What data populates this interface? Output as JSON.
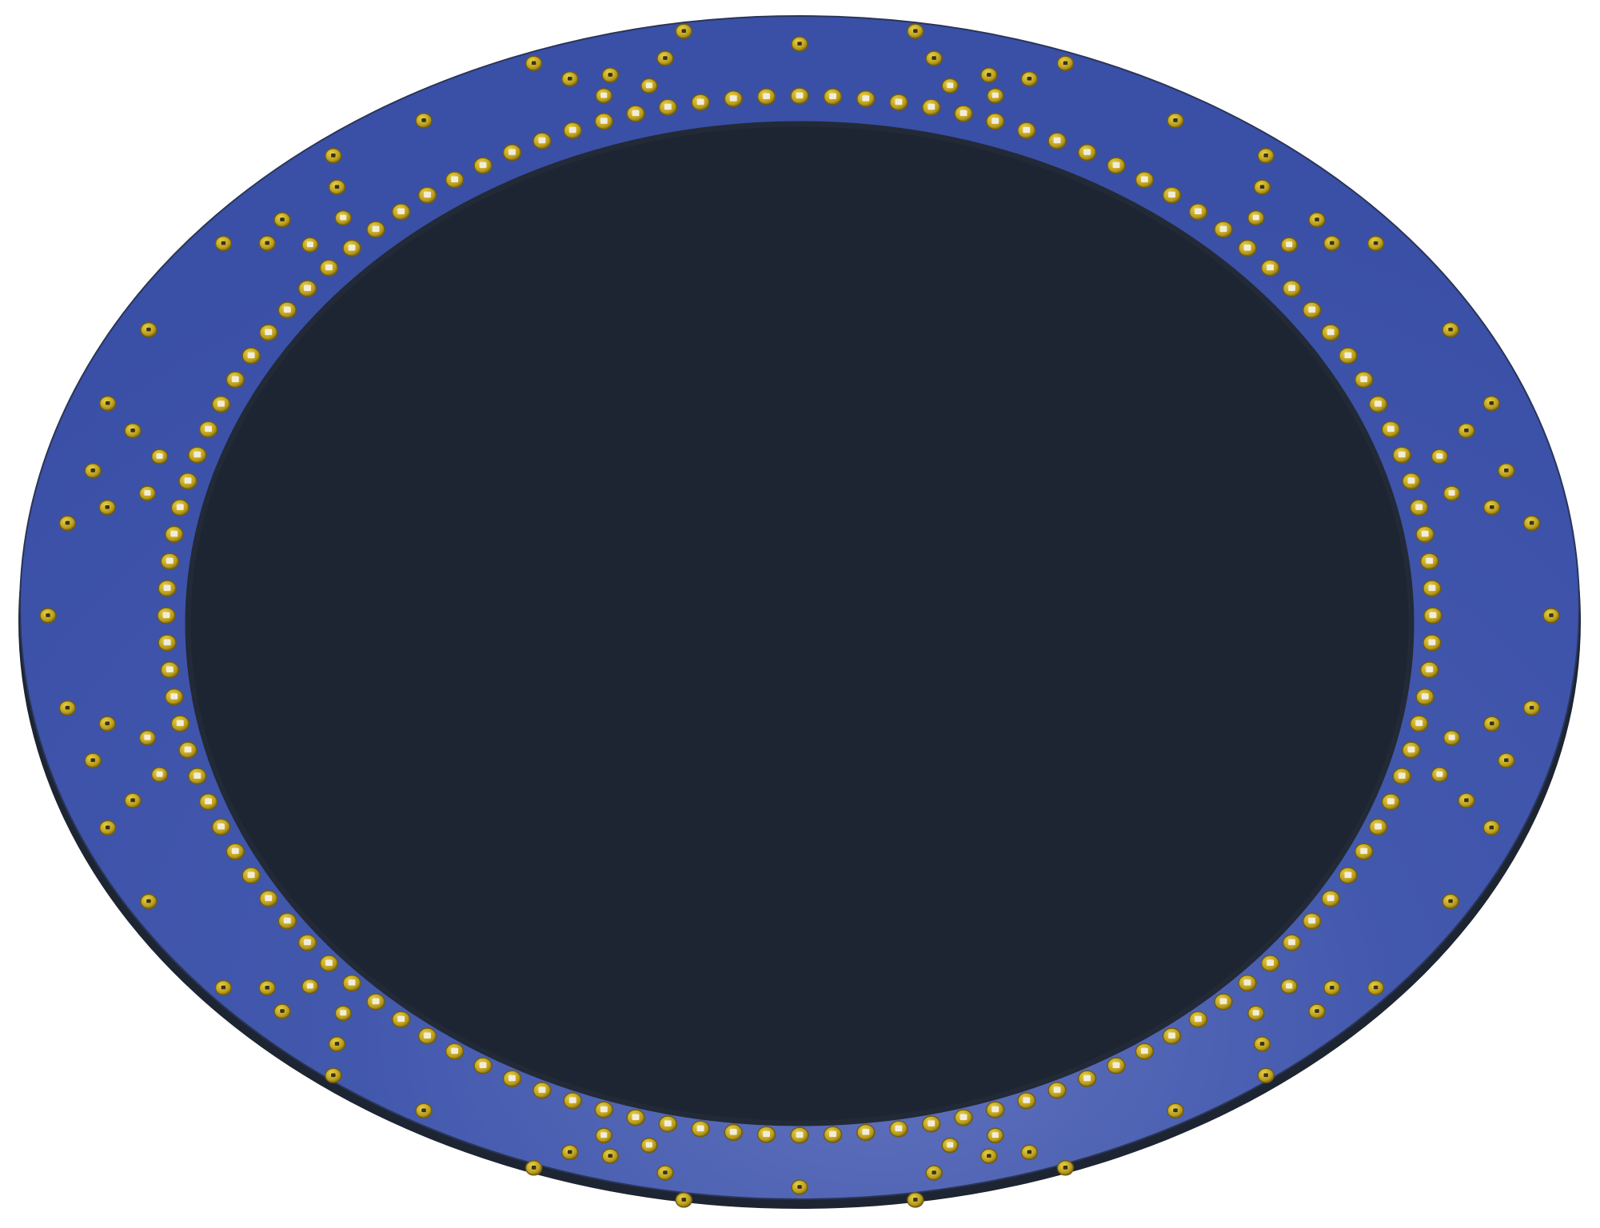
{
  "object": {
    "kind": "pcb-ring",
    "finish_color": "#3a52a8",
    "highlight_color": "#5b70bf",
    "edge_color": "#1f2a3c",
    "pad_color": "#c9b227",
    "pad_ring_color": "#6f5d10",
    "led_color": "#f2ecd8",
    "background": "#ffffff",
    "inner_row_pad_count": 120,
    "radial_group_count": 12
  }
}
